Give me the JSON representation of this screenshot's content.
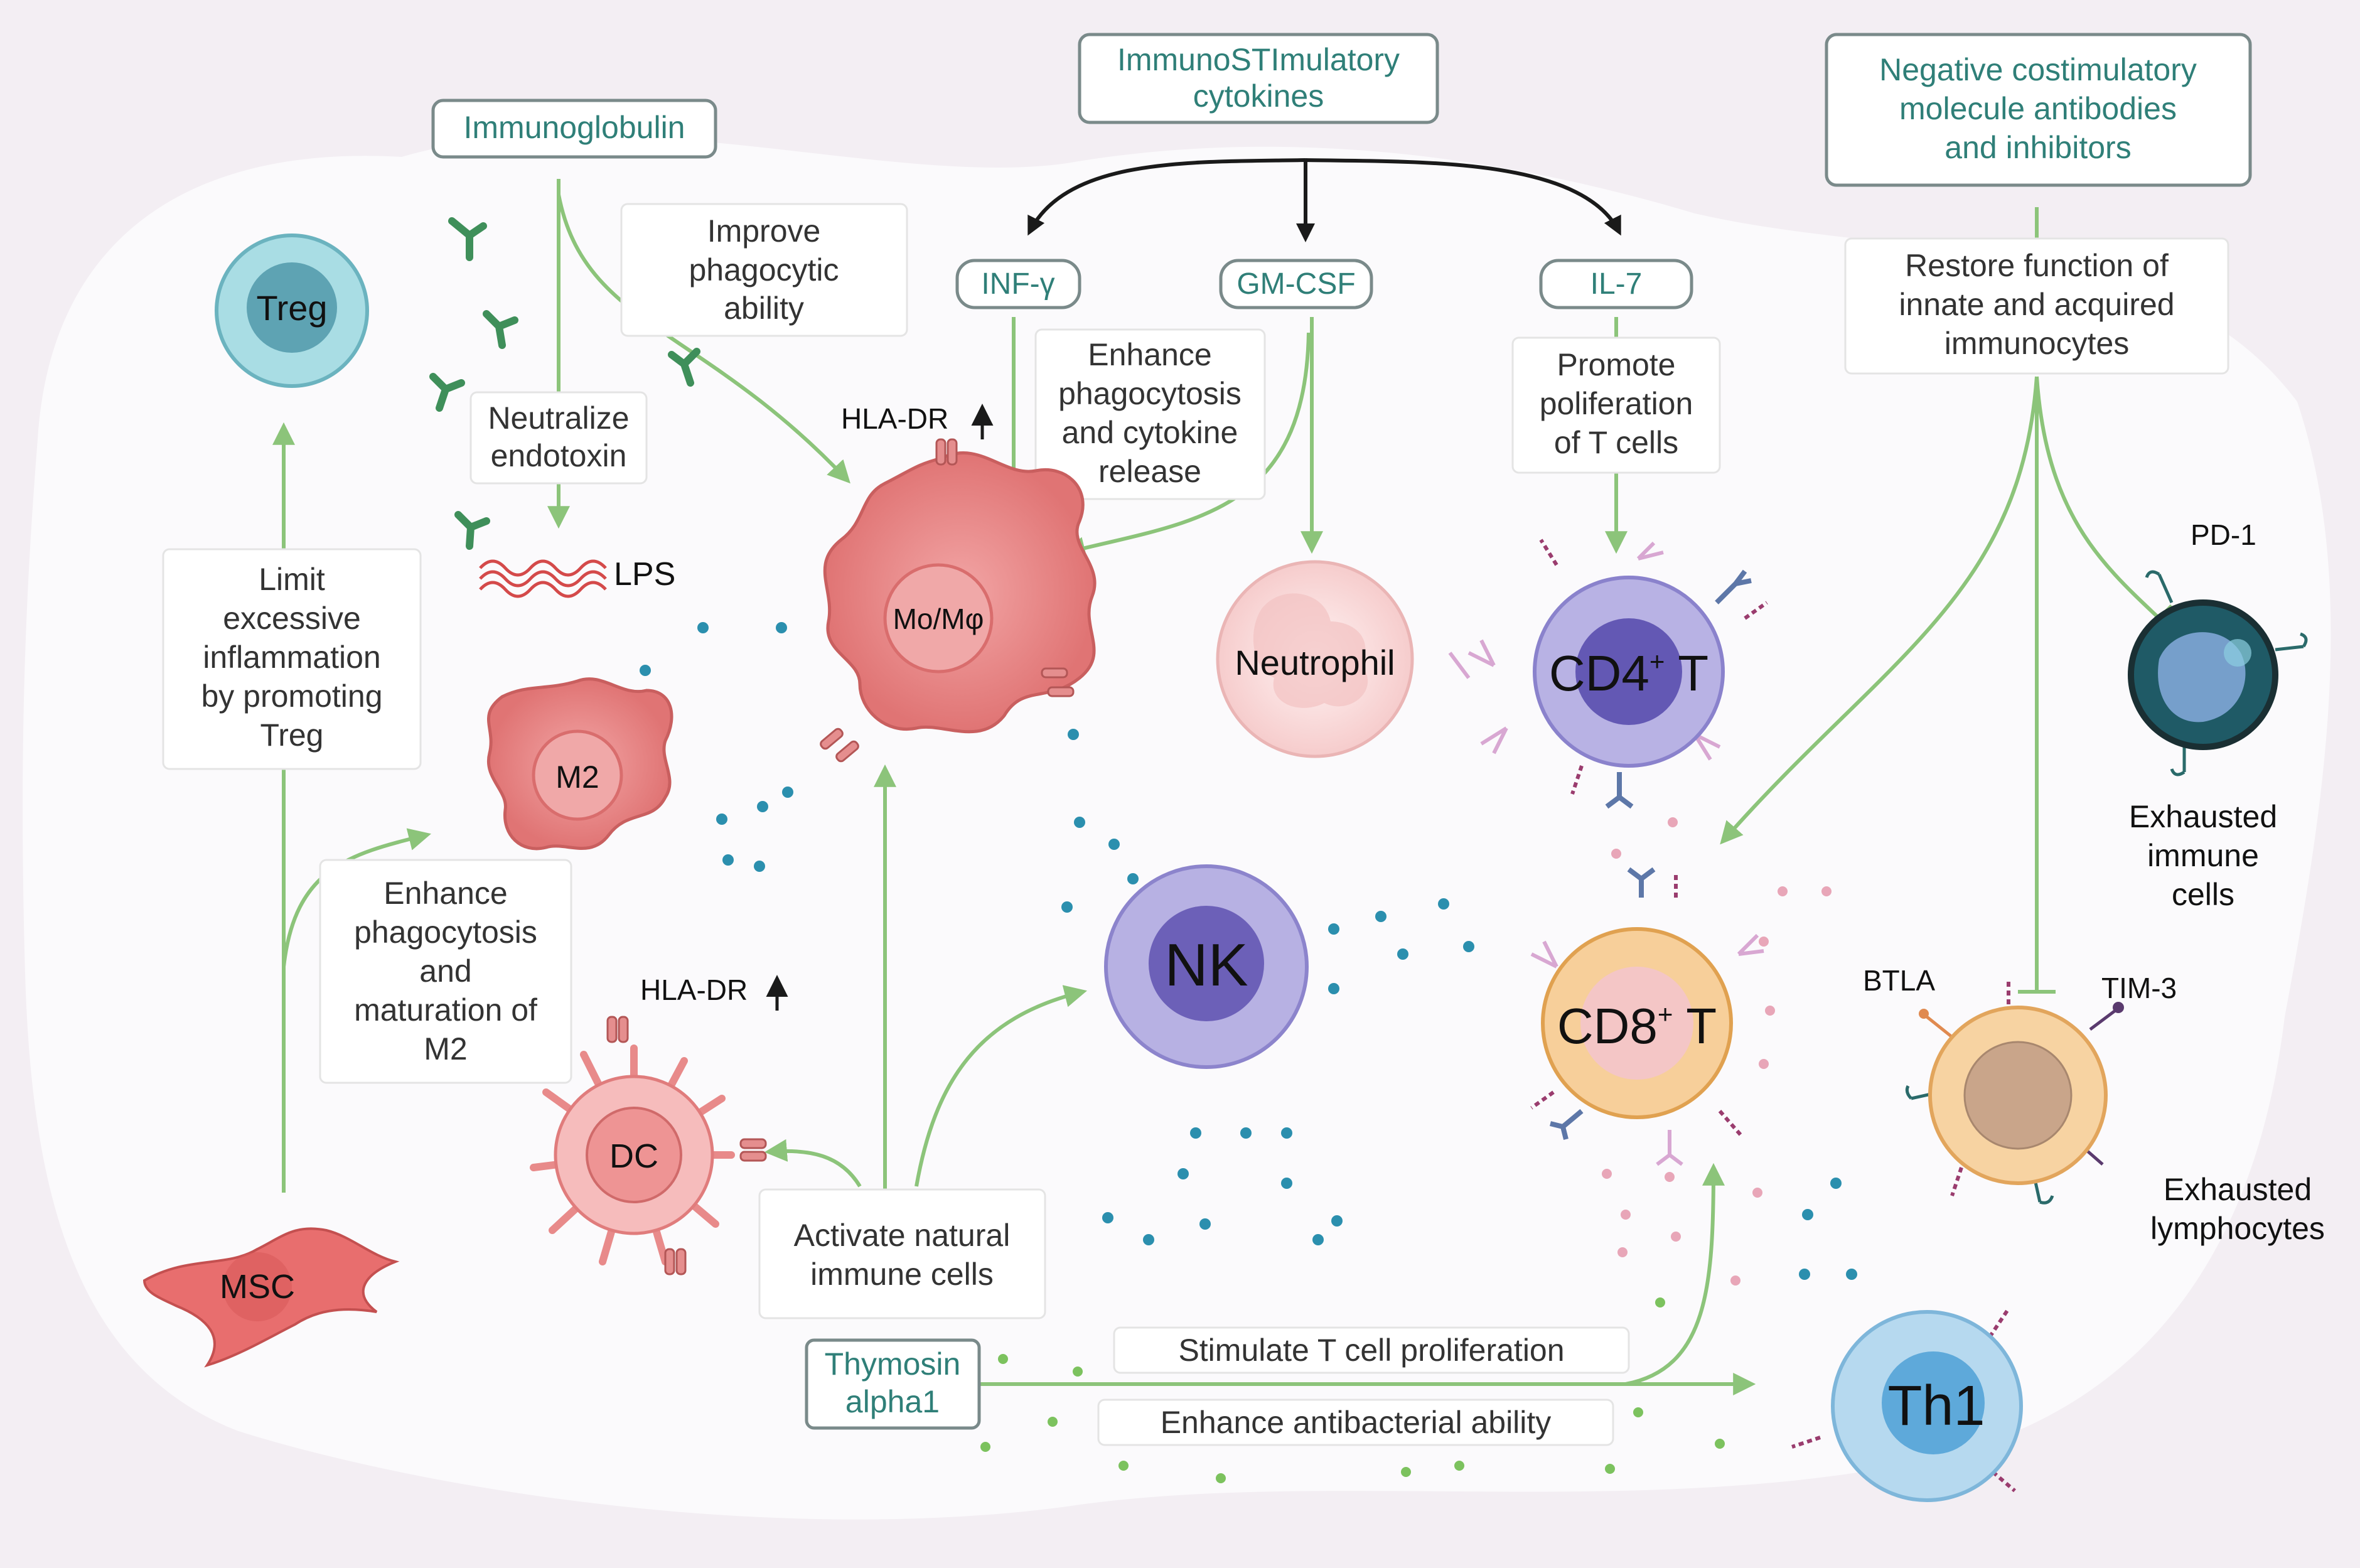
{
  "colors": {
    "background": "#f3eef3",
    "blob": "#fbfafc",
    "arrow_green": "#8cc47a",
    "arrow_black": "#1a1a1a",
    "teal_text": "#2f7f78",
    "macrophage_red": "#e57a7a",
    "nk_purple": "#8e84cf",
    "cd4_purple": "#9a92d4",
    "cd8_orange": "#f4c07e",
    "th1_blue": "#8ec4e6",
    "treg_teal": "#7cc4cf",
    "dot_blue": "#2b8fae",
    "dot_pink": "#e8a6b8",
    "dot_green": "#7cc25e"
  },
  "agents": {
    "immunoglobulin": "Immunoglobulin",
    "cytokines": [
      "ImmunoSTImulatory",
      "cytokines"
    ],
    "negative": [
      "Negative costimulatory",
      "molecule antibodies",
      "and inhibitors"
    ],
    "infg": "INF-γ",
    "gmcsf": "GM-CSF",
    "il7": "IL-7",
    "thymosin": [
      "Thymosin",
      "alpha1"
    ]
  },
  "effects": {
    "improve_phago": [
      "Improve",
      "phagocytic",
      "ability"
    ],
    "neutralize": [
      "Neutralize",
      "endotoxin"
    ],
    "enhance_phago_cytokine": [
      "Enhance",
      "phagocytosis",
      "and cytokine",
      "release"
    ],
    "promote_t": [
      "Promote",
      "poliferation",
      "of T cells"
    ],
    "restore": [
      "Restore function of",
      "innate and acquired",
      "immunocytes"
    ],
    "limit": [
      "Limit",
      "excessive",
      "inflammation",
      "by promoting",
      "Treg"
    ],
    "enhance_m2": [
      "Enhance",
      "phagocytosis",
      "and",
      "maturation of",
      "M2"
    ],
    "activate": [
      "Activate natural",
      "immune cells"
    ],
    "stimulate": "Stimulate T cell proliferation",
    "antibacterial": "Enhance antibacterial ability"
  },
  "cells": {
    "treg": "Treg",
    "mo": "Mo/Mφ",
    "m2": "M2",
    "dc": "DC",
    "msc": "MSC",
    "neutrophil": "Neutrophil",
    "nk": "NK",
    "cd4": {
      "main": "CD4",
      "sup": "+",
      "suffix": " T"
    },
    "cd8": {
      "main": "CD8",
      "sup": "+",
      "suffix": " T"
    },
    "th1": "Th1"
  },
  "misc": {
    "hla1": "HLA-DR",
    "hla2": "HLA-DR",
    "lps": "LPS",
    "pd1": "PD-1",
    "btla": "BTLA",
    "tim3": "TIM-3",
    "exhausted_immune": [
      "Exhausted",
      "immune",
      "cells"
    ],
    "exhausted_lymph": [
      "Exhausted",
      "lymphocytes"
    ]
  }
}
